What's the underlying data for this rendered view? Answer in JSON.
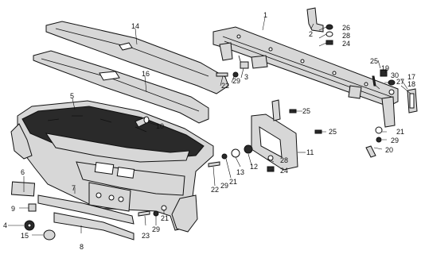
{
  "callouts": {
    "c1": "1",
    "c2": "2",
    "c3": "3",
    "c4": "4",
    "c5": "5",
    "c6": "6",
    "c7": "7",
    "c8": "8",
    "c9": "9",
    "c10": "10",
    "c11": "11",
    "c12": "12",
    "c13": "13",
    "c14": "14",
    "c15": "15",
    "c16": "16",
    "c17": "17",
    "c18": "18",
    "c19": "19",
    "c20": "20",
    "c21a": "21",
    "c21b": "21",
    "c21c": "21",
    "c22a": "22",
    "c22b": "22",
    "c23": "23",
    "c24a": "24",
    "c24b": "24",
    "c25a": "25",
    "c25b": "25",
    "c25c": "25",
    "c26": "26",
    "c27": "27",
    "c28a": "28",
    "c28b": "28",
    "c29a": "29",
    "c29b": "29",
    "c29c": "29",
    "c29d": "29",
    "c30": "30"
  }
}
